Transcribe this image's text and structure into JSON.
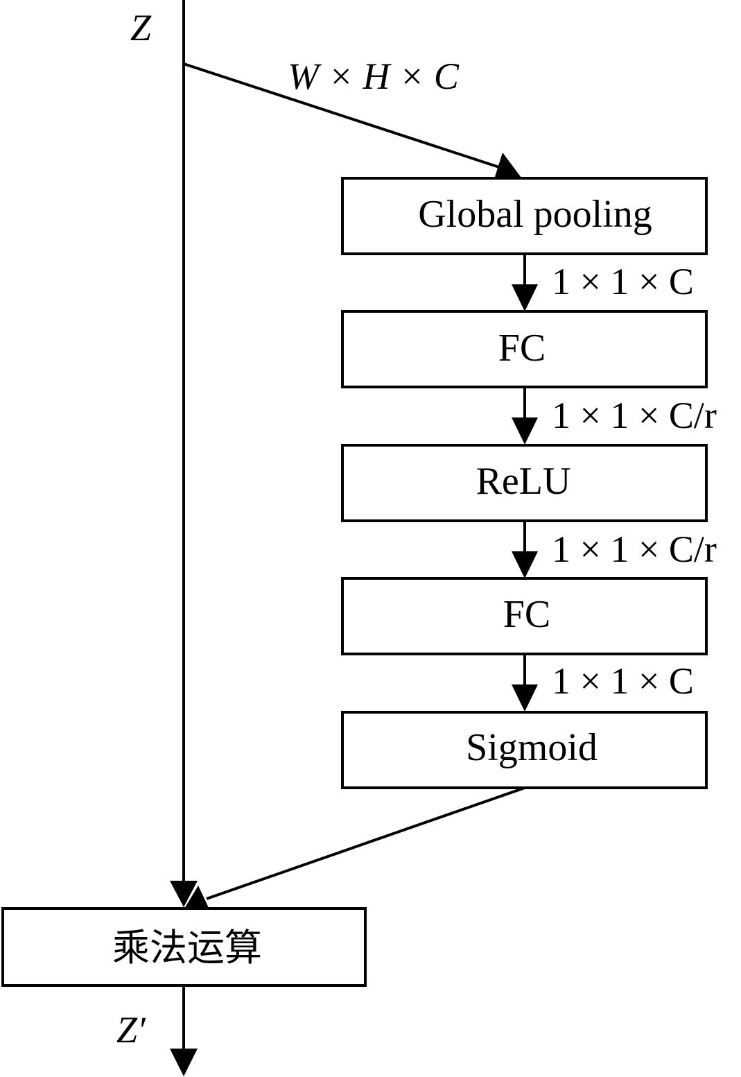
{
  "input_label": "Z",
  "input_dims": "W × H × C",
  "blocks": [
    {
      "label": "Global pooling"
    },
    {
      "label": "FC"
    },
    {
      "label": "ReLU"
    },
    {
      "label": "FC"
    },
    {
      "label": "Sigmoid"
    }
  ],
  "edge_labels": [
    "1 × 1 × C",
    "1 × 1 × C/r",
    "1 × 1 × C/r",
    "1 × 1 × C"
  ],
  "merge_label": "乘法运算",
  "output_label": "Z′"
}
